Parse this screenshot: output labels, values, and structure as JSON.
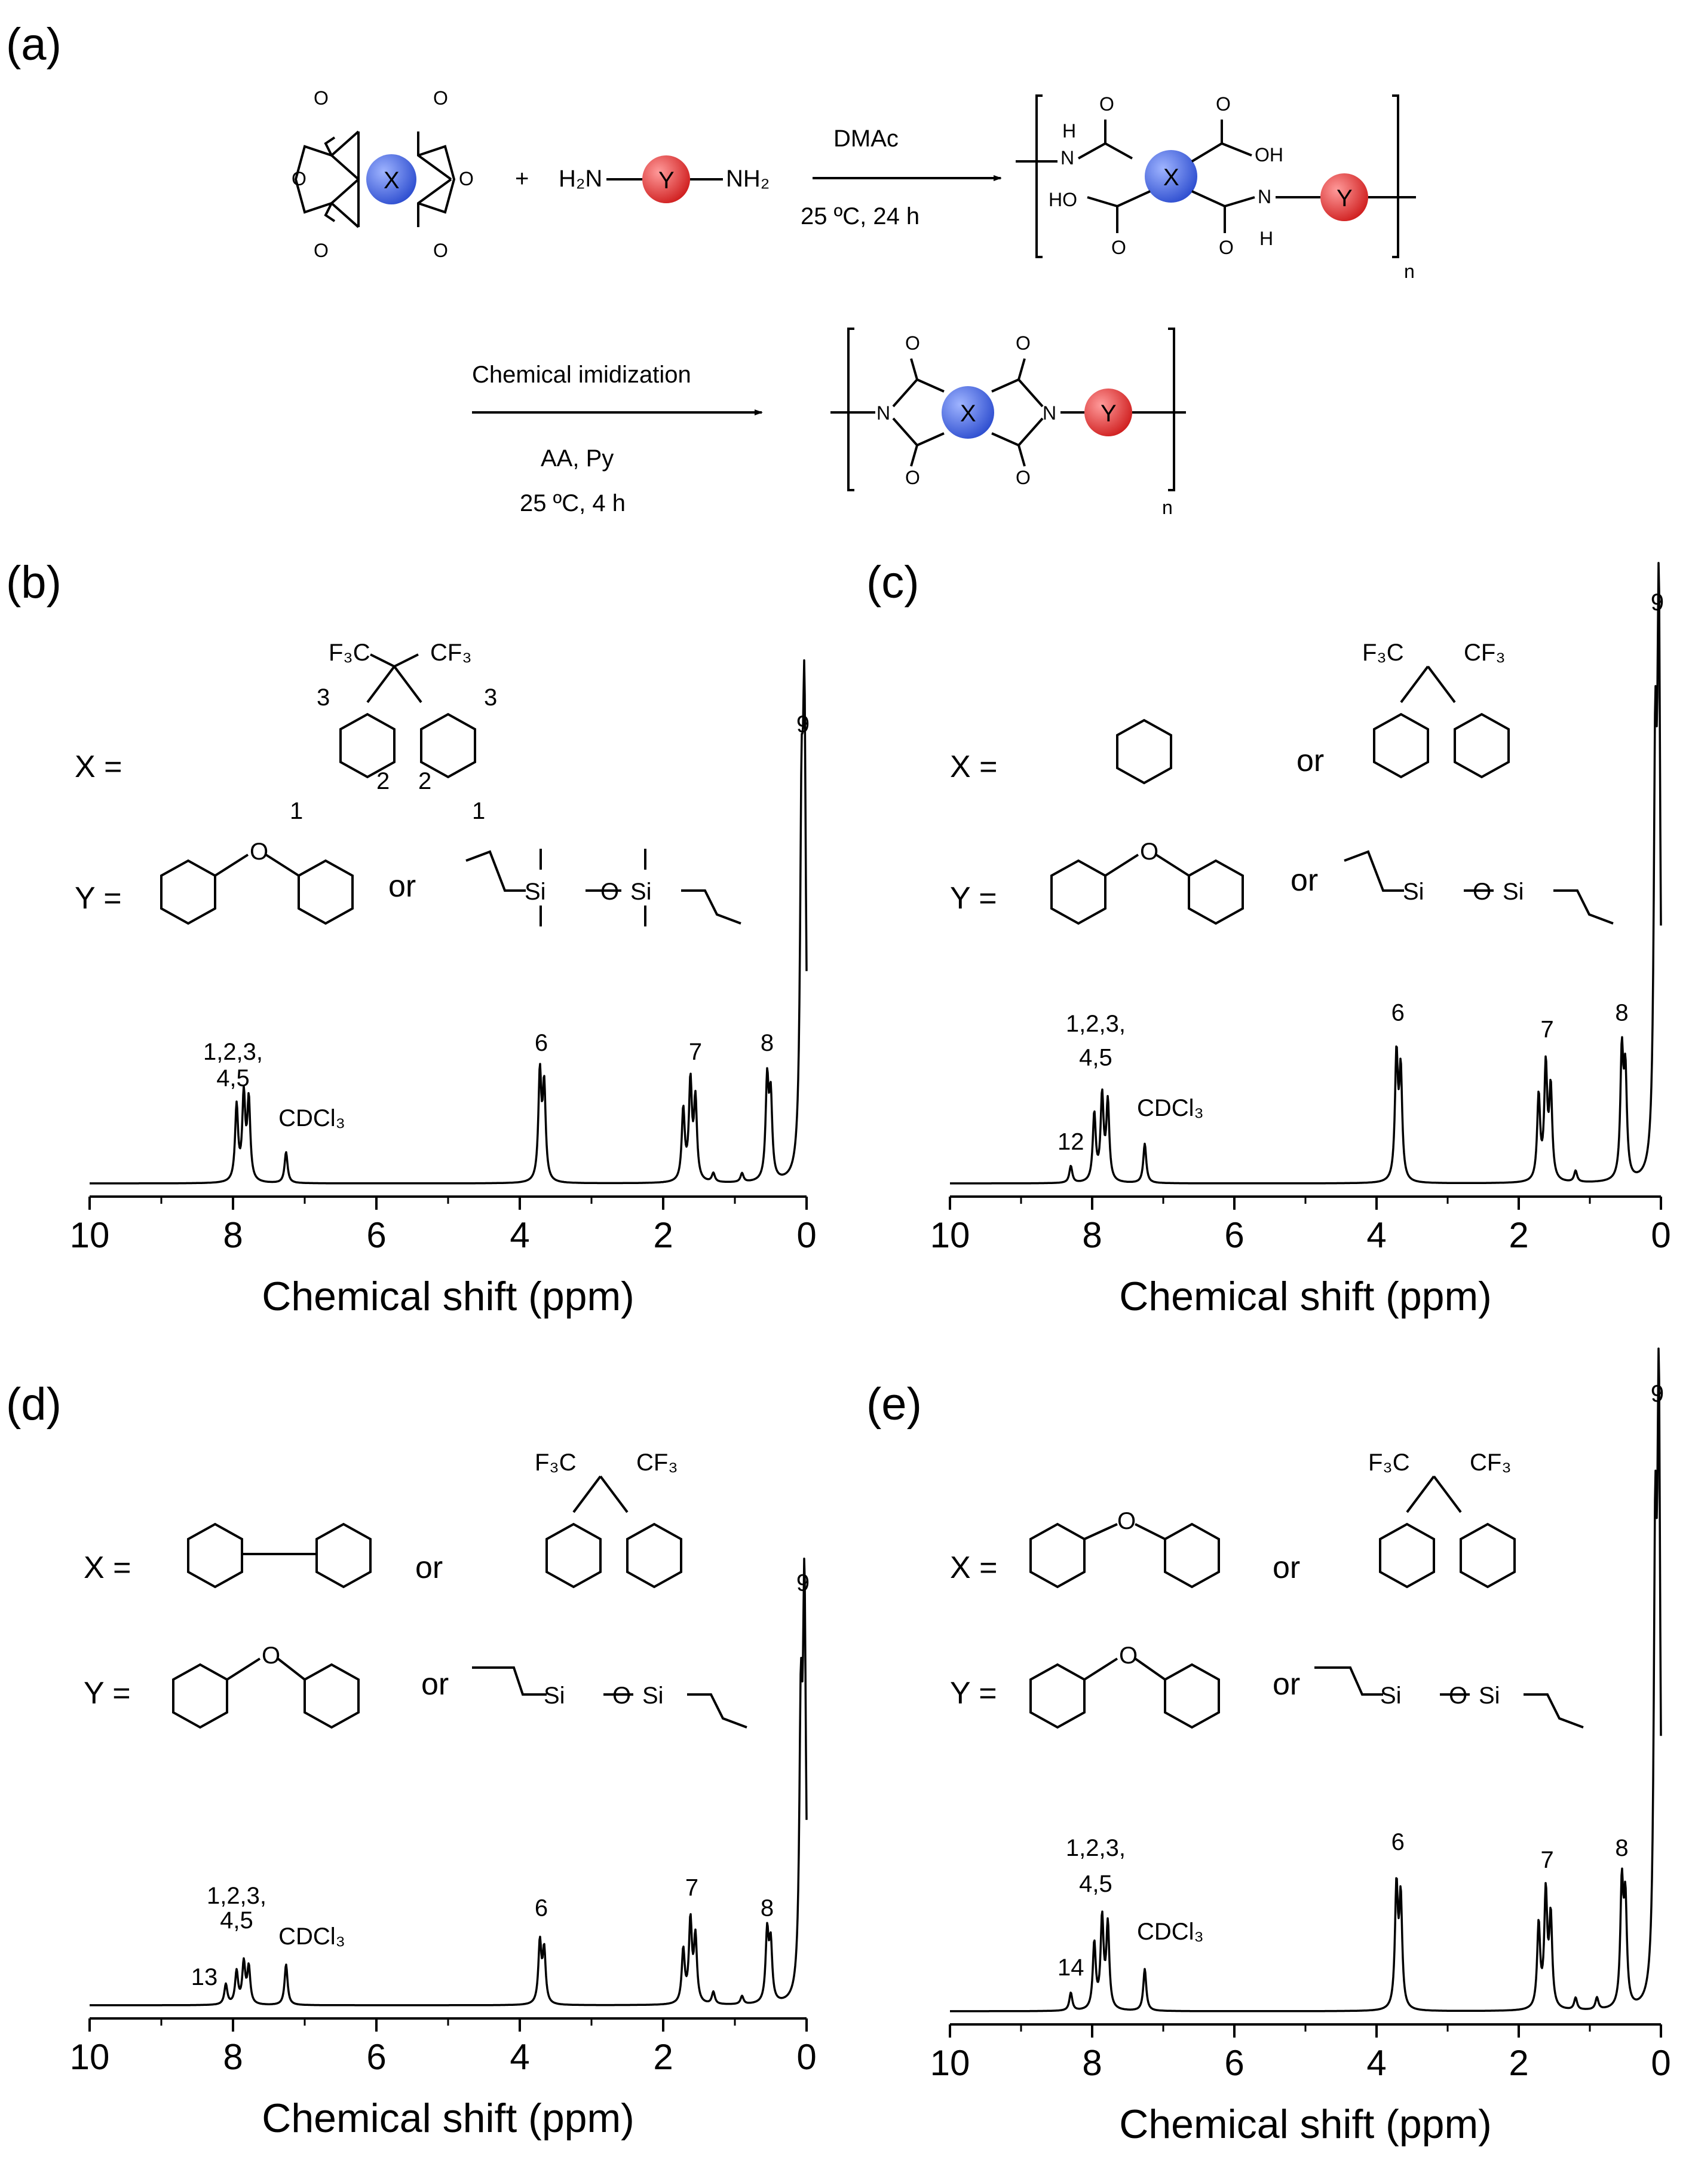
{
  "scheme": {
    "label": "(a)",
    "plus": "+",
    "amine_left": "H₂N",
    "amine_right": "NH₂",
    "x_node": "X",
    "y_node": "Y",
    "o": "O",
    "oh": "OH",
    "ho": "HO",
    "n": "N",
    "h": "H",
    "sub_n": "n",
    "step1_top": "DMAc",
    "step1_bottom": "25 ºC, 24 h",
    "step2_top": "Chemical imidization",
    "step2_mid": "AA, Py",
    "step2_bottom": "25 ºC, 4 h",
    "x_color": "#3b5bdb",
    "y_color": "#e03131"
  },
  "structures": {
    "x_eq": "X =",
    "y_eq": "Y =",
    "or": "or",
    "cf3_left": "F₃C",
    "cf3_right": "CF₃",
    "si": "Si",
    "o": "O"
  },
  "chart_data": [
    {
      "id": "b",
      "panel_label": "(b)",
      "type": "line",
      "xlabel": "Chemical shift (ppm)",
      "xlim": [
        10,
        0
      ],
      "x_ticks": [
        10,
        8,
        6,
        4,
        2,
        0
      ],
      "x_reversed": true,
      "peaks": [
        {
          "x": 7.95,
          "h": 0.17
        },
        {
          "x": 7.85,
          "h": 0.19
        },
        {
          "x": 7.78,
          "h": 0.18
        },
        {
          "x": 7.26,
          "h": 0.07
        },
        {
          "x": 3.72,
          "h": 0.24
        },
        {
          "x": 3.66,
          "h": 0.21
        },
        {
          "x": 1.72,
          "h": 0.16
        },
        {
          "x": 1.62,
          "h": 0.22
        },
        {
          "x": 1.55,
          "h": 0.18
        },
        {
          "x": 1.3,
          "h": 0.02
        },
        {
          "x": 0.9,
          "h": 0.02
        },
        {
          "x": 0.55,
          "h": 0.22
        },
        {
          "x": 0.5,
          "h": 0.18
        },
        {
          "x": 0.07,
          "h": 0.72
        },
        {
          "x": 0.03,
          "h": 0.97
        }
      ],
      "annotations": [
        {
          "text": "1,2,3,",
          "x": 8.0,
          "y": 0.28
        },
        {
          "text": "4,5",
          "x": 8.0,
          "y": 0.22
        },
        {
          "text": "CDCl₃",
          "x": 6.9,
          "y": 0.13
        },
        {
          "text": "6",
          "x": 3.7,
          "y": 0.3
        },
        {
          "text": "7",
          "x": 1.55,
          "y": 0.28
        },
        {
          "text": "8",
          "x": 0.55,
          "y": 0.3
        },
        {
          "text": "9",
          "x": 0.05,
          "y": 1.02
        }
      ]
    },
    {
      "id": "c",
      "panel_label": "(c)",
      "type": "line",
      "xlabel": "Chemical shift (ppm)",
      "xlim": [
        10,
        0
      ],
      "x_ticks": [
        10,
        8,
        6,
        4,
        2,
        0
      ],
      "x_reversed": true,
      "peaks": [
        {
          "x": 8.3,
          "h": 0.03
        },
        {
          "x": 7.97,
          "h": 0.12
        },
        {
          "x": 7.86,
          "h": 0.15
        },
        {
          "x": 7.78,
          "h": 0.14
        },
        {
          "x": 7.26,
          "h": 0.07
        },
        {
          "x": 3.72,
          "h": 0.22
        },
        {
          "x": 3.66,
          "h": 0.19
        },
        {
          "x": 1.72,
          "h": 0.15
        },
        {
          "x": 1.62,
          "h": 0.2
        },
        {
          "x": 1.55,
          "h": 0.16
        },
        {
          "x": 1.2,
          "h": 0.02
        },
        {
          "x": 0.55,
          "h": 0.22
        },
        {
          "x": 0.5,
          "h": 0.18
        },
        {
          "x": 0.08,
          "h": 0.68
        },
        {
          "x": 0.03,
          "h": 0.97
        }
      ],
      "annotations": [
        {
          "text": "12",
          "x": 8.3,
          "y": 0.06
        },
        {
          "text": "1,2,3,",
          "x": 7.95,
          "y": 0.27
        },
        {
          "text": "4,5",
          "x": 7.95,
          "y": 0.21
        },
        {
          "text": "CDCl₃",
          "x": 6.9,
          "y": 0.12
        },
        {
          "text": "6",
          "x": 3.7,
          "y": 0.29
        },
        {
          "text": "7",
          "x": 1.6,
          "y": 0.26
        },
        {
          "text": "8",
          "x": 0.55,
          "y": 0.29
        },
        {
          "text": "9",
          "x": 0.05,
          "y": 1.02
        }
      ]
    },
    {
      "id": "d",
      "panel_label": "(d)",
      "type": "line",
      "xlabel": "Chemical shift (ppm)",
      "xlim": [
        10,
        0
      ],
      "x_ticks": [
        10,
        8,
        6,
        4,
        2,
        0
      ],
      "x_reversed": true,
      "peaks": [
        {
          "x": 8.1,
          "h": 0.05
        },
        {
          "x": 7.95,
          "h": 0.08
        },
        {
          "x": 7.85,
          "h": 0.1
        },
        {
          "x": 7.78,
          "h": 0.09
        },
        {
          "x": 7.26,
          "h": 0.1
        },
        {
          "x": 3.72,
          "h": 0.15
        },
        {
          "x": 3.66,
          "h": 0.13
        },
        {
          "x": 1.72,
          "h": 0.13
        },
        {
          "x": 1.62,
          "h": 0.2
        },
        {
          "x": 1.55,
          "h": 0.16
        },
        {
          "x": 1.3,
          "h": 0.03
        },
        {
          "x": 0.9,
          "h": 0.02
        },
        {
          "x": 0.55,
          "h": 0.17
        },
        {
          "x": 0.5,
          "h": 0.14
        },
        {
          "x": 0.08,
          "h": 0.65
        },
        {
          "x": 0.03,
          "h": 0.97
        }
      ],
      "annotations": [
        {
          "text": "13",
          "x": 8.4,
          "y": 0.05
        },
        {
          "text": "1,2,3,",
          "x": 7.95,
          "y": 0.25
        },
        {
          "text": "4,5",
          "x": 7.95,
          "y": 0.19
        },
        {
          "text": "CDCl₃",
          "x": 6.9,
          "y": 0.15
        },
        {
          "text": "6",
          "x": 3.7,
          "y": 0.22
        },
        {
          "text": "7",
          "x": 1.6,
          "y": 0.27
        },
        {
          "text": "8",
          "x": 0.55,
          "y": 0.22
        },
        {
          "text": "9",
          "x": 0.05,
          "y": 1.02
        }
      ]
    },
    {
      "id": "e",
      "panel_label": "(e)",
      "type": "line",
      "xlabel": "Chemical shift (ppm)",
      "xlim": [
        10,
        0
      ],
      "x_ticks": [
        10,
        8,
        6,
        4,
        2,
        0
      ],
      "x_reversed": true,
      "peaks": [
        {
          "x": 8.3,
          "h": 0.03
        },
        {
          "x": 7.97,
          "h": 0.11
        },
        {
          "x": 7.86,
          "h": 0.15
        },
        {
          "x": 7.78,
          "h": 0.14
        },
        {
          "x": 7.26,
          "h": 0.07
        },
        {
          "x": 3.72,
          "h": 0.2
        },
        {
          "x": 3.66,
          "h": 0.18
        },
        {
          "x": 1.72,
          "h": 0.14
        },
        {
          "x": 1.62,
          "h": 0.19
        },
        {
          "x": 1.55,
          "h": 0.15
        },
        {
          "x": 1.2,
          "h": 0.02
        },
        {
          "x": 0.9,
          "h": 0.02
        },
        {
          "x": 0.55,
          "h": 0.2
        },
        {
          "x": 0.5,
          "h": 0.17
        },
        {
          "x": 0.08,
          "h": 0.7
        },
        {
          "x": 0.03,
          "h": 0.97
        }
      ],
      "annotations": [
        {
          "text": "14",
          "x": 8.3,
          "y": 0.06
        },
        {
          "text": "1,2,3,",
          "x": 7.95,
          "y": 0.26
        },
        {
          "text": "4,5",
          "x": 7.95,
          "y": 0.2
        },
        {
          "text": "CDCl₃",
          "x": 6.9,
          "y": 0.12
        },
        {
          "text": "6",
          "x": 3.7,
          "y": 0.27
        },
        {
          "text": "7",
          "x": 1.6,
          "y": 0.24
        },
        {
          "text": "8",
          "x": 0.55,
          "y": 0.26
        },
        {
          "text": "9",
          "x": 0.05,
          "y": 1.02
        }
      ]
    }
  ]
}
